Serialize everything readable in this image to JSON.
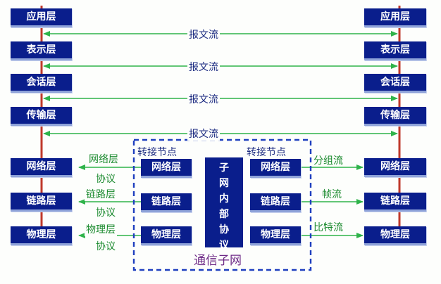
{
  "left_stack": [
    "应用层",
    "表示层",
    "会话层",
    "传输层",
    "网络层",
    "链路层",
    "物理层"
  ],
  "right_stack": [
    "应用层",
    "表示层",
    "会话层",
    "传输层",
    "网络层",
    "链路层",
    "物理层"
  ],
  "message_flow_labels": [
    "报文流",
    "报文流",
    "报文流",
    "报文流"
  ],
  "subnet": {
    "left_node_title": "转接节点",
    "right_node_title": "转接节点",
    "left_node_layers": [
      "网络层",
      "链路层",
      "物理层"
    ],
    "right_node_layers": [
      "网络层",
      "链路层",
      "物理层"
    ],
    "internal_protocol": [
      "子",
      "网",
      "内",
      "部",
      "协",
      "议"
    ],
    "caption": "通信子网"
  },
  "left_protocol_labels": [
    {
      "line1": "网络层",
      "line2": "协议"
    },
    {
      "line1": "链路层",
      "line2": "协议"
    },
    {
      "line1": "物理层",
      "line2": "协议"
    }
  ],
  "right_flow_labels": [
    "分组流",
    "帧流",
    "比特流"
  ],
  "colors": {
    "box_fill": "#0a1e8c",
    "arrow_green": "#2fb34a",
    "vertical_red": "#c0392b",
    "dashed_border": "#1f3fbf"
  }
}
